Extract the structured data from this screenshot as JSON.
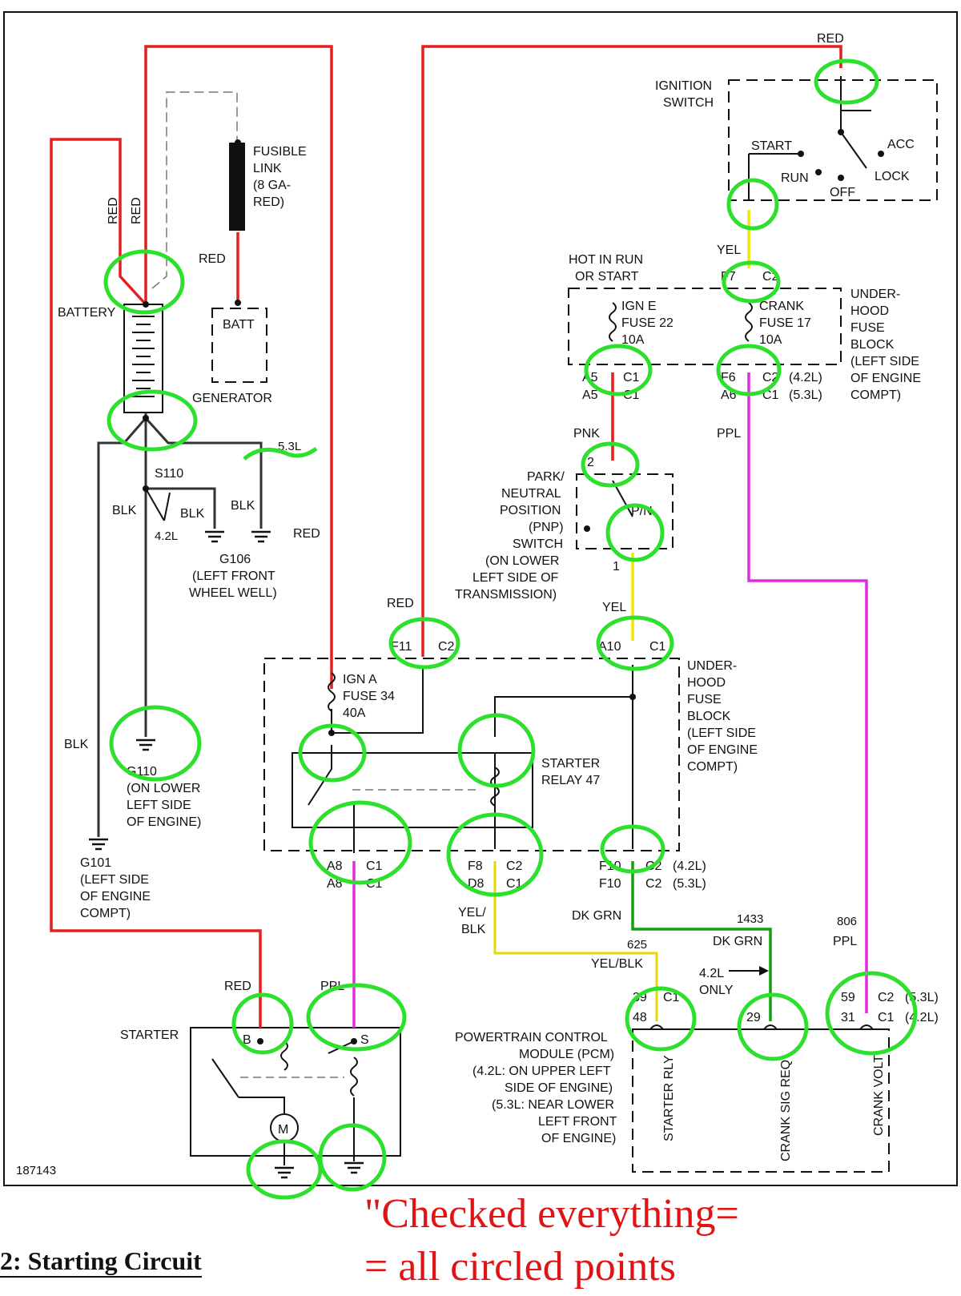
{
  "labels": {
    "red_top": "RED",
    "ignition_switch": [
      "IGNITION",
      "SWITCH"
    ],
    "start": "START",
    "run": "RUN",
    "off": "OFF",
    "acc": "ACC",
    "lock": "LOCK",
    "red_v1": "RED",
    "red_v2": "RED",
    "fusible_link": [
      "FUSIBLE",
      "LINK",
      "(8 GA-",
      "RED)"
    ],
    "red_fl": "RED",
    "battery": "BATTERY",
    "batt": "BATT",
    "generator": "GENERATOR",
    "s110": "S110",
    "blk_1": "BLK",
    "blk_2": "BLK",
    "blk_3": "BLK",
    "l42_a": "4.2L",
    "l53_a": "5.3L",
    "g106": [
      "G106",
      "(LEFT FRONT",
      "WHEEL WELL)"
    ],
    "red_mid": "RED",
    "blk_left": "BLK",
    "g110": [
      "G110",
      "(ON LOWER",
      "LEFT SIDE",
      "OF ENGINE)"
    ],
    "g101": [
      "G101",
      "(LEFT SIDE",
      "OF ENGINE",
      "COMPT)"
    ],
    "yel_1": "YEL",
    "hot_in_run": [
      "HOT IN RUN",
      "OR START"
    ],
    "f7": "F7",
    "c2_top": "C2",
    "ign_e": [
      "IGN E",
      "FUSE 22",
      "10A"
    ],
    "crank_fuse": [
      "CRANK",
      "FUSE 17",
      "10A"
    ],
    "ufb_top": [
      "UNDER-",
      "HOOD",
      "FUSE",
      "BLOCK",
      "(LEFT SIDE",
      "OF ENGINE",
      "COMPT)"
    ],
    "a5_a": "A5",
    "c1_a": "C1",
    "a5_b": "A5",
    "c1_b": "C1",
    "f6": "F6",
    "c2_42": "C2",
    "l42_b": "(4.2L)",
    "a6": "A6",
    "c1_53": "C1",
    "l53_b": "(5.3L)",
    "pnk": "PNK",
    "ppl_1": "PPL",
    "pin2": "2",
    "pnp": [
      "PARK/",
      "NEUTRAL",
      "POSITION",
      "(PNP)",
      "SWITCH",
      "(ON LOWER",
      "LEFT SIDE OF",
      "TRANSMISSION)"
    ],
    "pn": "P/N",
    "pin1": "1",
    "red_f11": "RED",
    "yel_2": "YEL",
    "f11": "F11",
    "c2_f11": "C2",
    "a10": "A10",
    "c1_a10": "C1",
    "ufb_mid": [
      "UNDER-",
      "HOOD",
      "FUSE",
      "BLOCK",
      "(LEFT SIDE",
      "OF ENGINE",
      "COMPT)"
    ],
    "ign_a": [
      "IGN A",
      "FUSE 34",
      "40A"
    ],
    "starter_relay": [
      "STARTER",
      "RELAY 47"
    ],
    "a8_a": "A8",
    "c1_a8": "C1",
    "a8_b": "A8",
    "c1_a8b": "C1",
    "f8": "F8",
    "c2_f8": "C2",
    "d8": "D8",
    "c1_d8": "C1",
    "f10_a": "F10",
    "c2_f10": "C2",
    "l42_c": "(4.2L)",
    "f10_b": "F10",
    "c2_f10b": "C2",
    "l53_c": "(5.3L)",
    "yel_blk_1": [
      "YEL/",
      "BLK"
    ],
    "dk_grn_1": "DK GRN",
    "n1433": "1433",
    "dk_grn_2": "DK GRN",
    "n806": "806",
    "ppl_2": "PPL",
    "n625": "625",
    "yel_blk_2": "YEL/BLK",
    "only_42": [
      "4.2L",
      "ONLY"
    ],
    "red_st": "RED",
    "ppl_st": "PPL",
    "starter": "STARTER",
    "term_b": "B",
    "term_s": "S",
    "motor": "M",
    "p39": "39",
    "c1_39": "C1",
    "p48": "48",
    "p29": "29",
    "p59": "59",
    "c2_pcm": "C2",
    "l53_d": "(5.3L)",
    "p31": "31",
    "c1_pcm": "C1",
    "l42_d": "(4.2L)",
    "pcm": [
      "POWERTRAIN CONTROL",
      "MODULE (PCM)",
      "(4.2L: ON UPPER LEFT",
      "SIDE OF ENGINE)",
      "(5.3L: NEAR LOWER",
      "LEFT FRONT",
      "OF ENGINE)"
    ],
    "starter_rly": "STARTER RLY",
    "crank_sig": "CRANK SIG REQ",
    "crank_volt": "CRANK VOLT",
    "fig_num": "187143"
  },
  "annotation": [
    "\"Checked everything=",
    "= all circled points"
  ],
  "figure_title": "2: Starting Circuit",
  "colors": {
    "red_wire": "#e41f1f",
    "yellow_wire": "#f4e400",
    "purple_wire": "#e02de0",
    "green_wire": "#12a012",
    "circle_marker": "#2de02d",
    "annotation_text": "#e01414"
  }
}
